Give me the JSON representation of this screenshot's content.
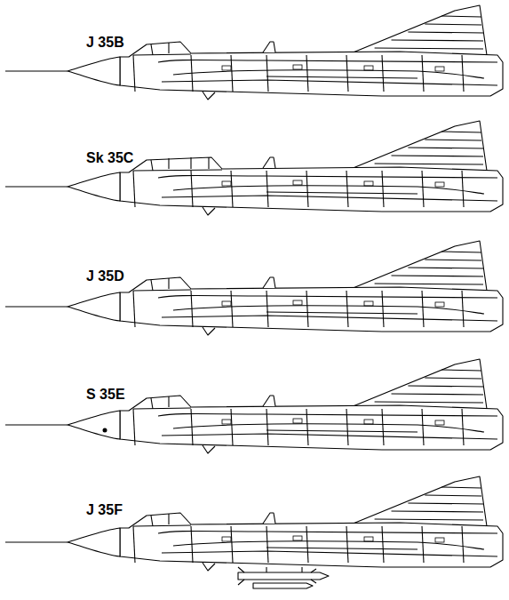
{
  "diagram": {
    "labels": [
      "J 35B",
      "Sk 35C",
      "J 35D",
      "S 35E",
      "J 35F"
    ]
  }
}
